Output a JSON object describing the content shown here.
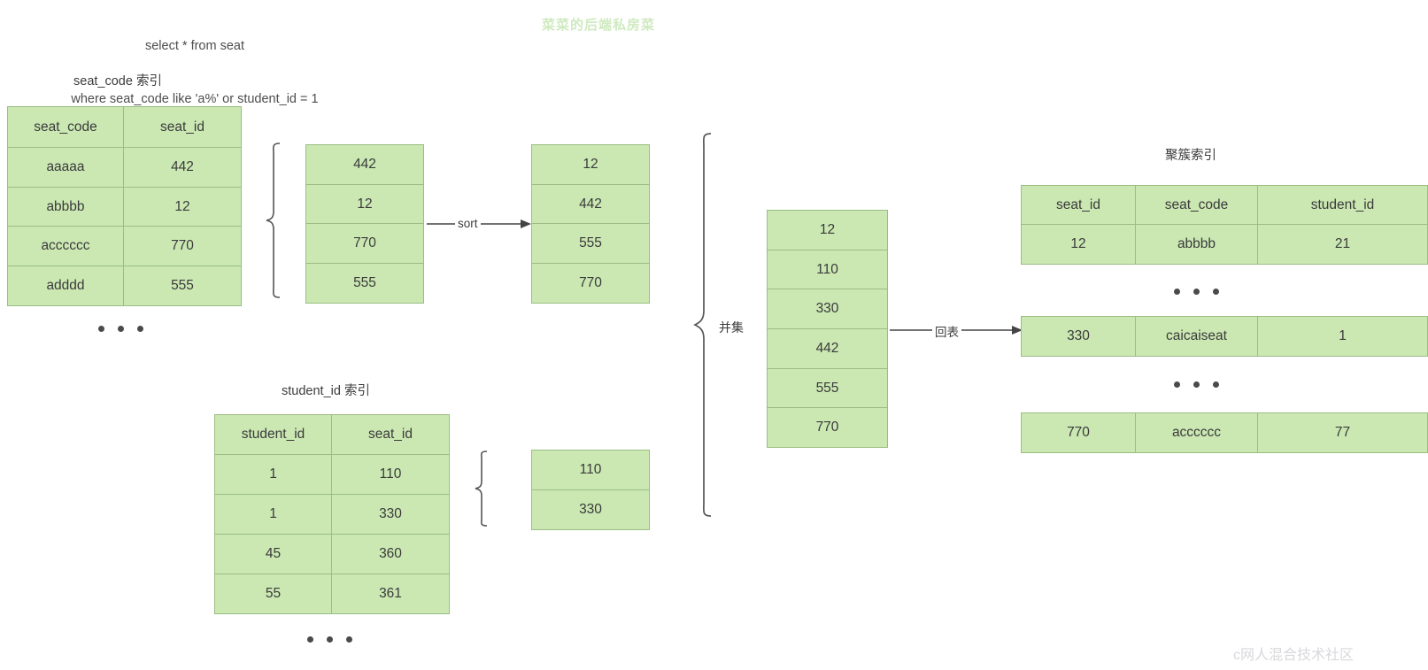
{
  "query": {
    "line1": "select * from seat",
    "line2": "where seat_code like 'a%' or student_id = 1"
  },
  "watermarks": {
    "top": "菜菜的后端私房菜",
    "bottom": "c网人混合技术社区"
  },
  "captions": {
    "seat_code_index": "seat_code 索引",
    "student_id_index": "student_id 索引",
    "clustered_index": "聚簇索引"
  },
  "labels": {
    "sort": "sort",
    "union": "并集",
    "back_to_table": "回表",
    "ellipsis": "• • •"
  },
  "seat_code_index": {
    "headers": [
      "seat_code",
      "seat_id"
    ],
    "rows": [
      [
        "aaaaa",
        "442"
      ],
      [
        "abbbb",
        "12"
      ],
      [
        "acccccc",
        "770"
      ],
      [
        "adddd",
        "555"
      ]
    ]
  },
  "unsorted_ids": {
    "values": [
      "442",
      "12",
      "770",
      "555"
    ]
  },
  "sorted_ids": {
    "values": [
      "12",
      "442",
      "555",
      "770"
    ]
  },
  "student_id_index": {
    "headers": [
      "student_id",
      "seat_id"
    ],
    "rows": [
      [
        "1",
        "110"
      ],
      [
        "1",
        "330"
      ],
      [
        "45",
        "360"
      ],
      [
        "55",
        "361"
      ]
    ]
  },
  "student_seat_ids": {
    "values": [
      "110",
      "330"
    ]
  },
  "union_ids": {
    "values": [
      "12",
      "110",
      "330",
      "442",
      "555",
      "770"
    ]
  },
  "clustered_index": {
    "headers": [
      "seat_id",
      "seat_code",
      "student_id"
    ],
    "row_groups": [
      {
        "rows": [
          [
            "12",
            "abbbb",
            "21"
          ]
        ]
      },
      {
        "rows": [
          [
            "330",
            "caicaiseat",
            "1"
          ]
        ]
      },
      {
        "rows": [
          [
            "770",
            "acccccc",
            "77"
          ]
        ]
      }
    ]
  },
  "colors": {
    "cell_fill": "#cbe8b3",
    "cell_border": "#9bbd84",
    "text": "#3a3a3a",
    "watermark_green": "#cfeac0"
  }
}
